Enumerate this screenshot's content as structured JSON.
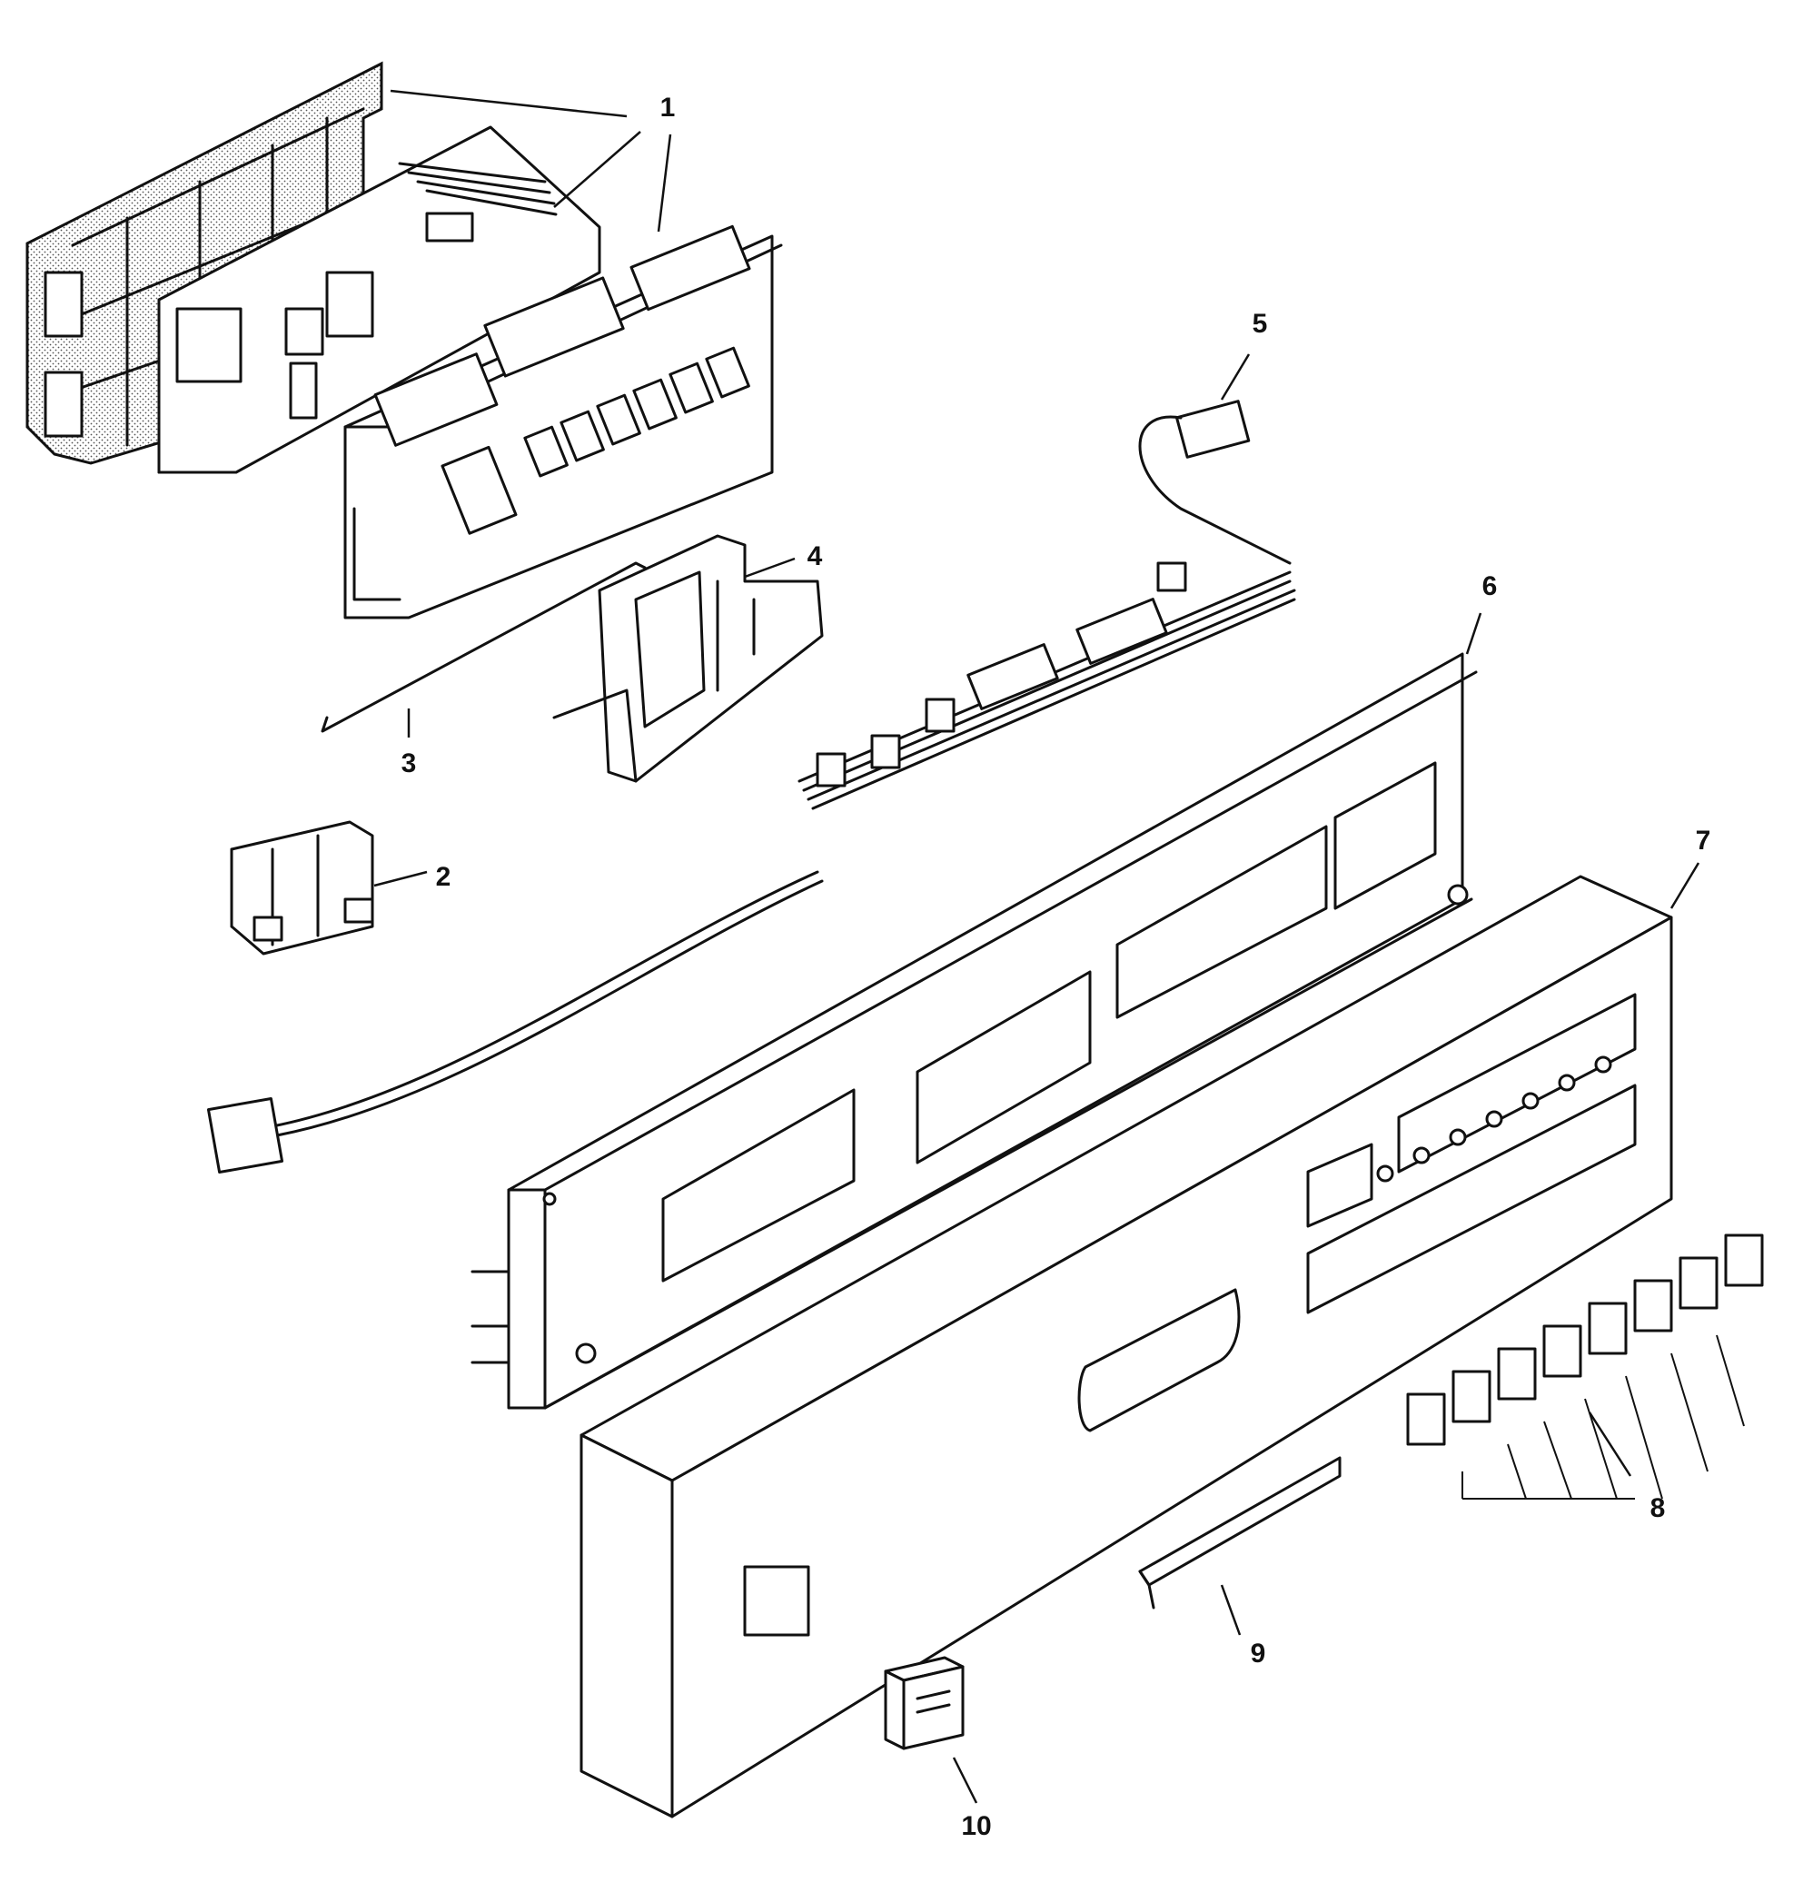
{
  "parts": [
    {
      "id": "callout-1",
      "label": "1"
    },
    {
      "id": "callout-2",
      "label": "2"
    },
    {
      "id": "callout-3",
      "label": "3"
    },
    {
      "id": "callout-4",
      "label": "4"
    },
    {
      "id": "callout-5",
      "label": "5"
    },
    {
      "id": "callout-6",
      "label": "6"
    },
    {
      "id": "callout-7",
      "label": "7"
    },
    {
      "id": "callout-8",
      "label": "8"
    },
    {
      "id": "callout-9",
      "label": "9"
    },
    {
      "id": "callout-10",
      "label": "10"
    }
  ]
}
